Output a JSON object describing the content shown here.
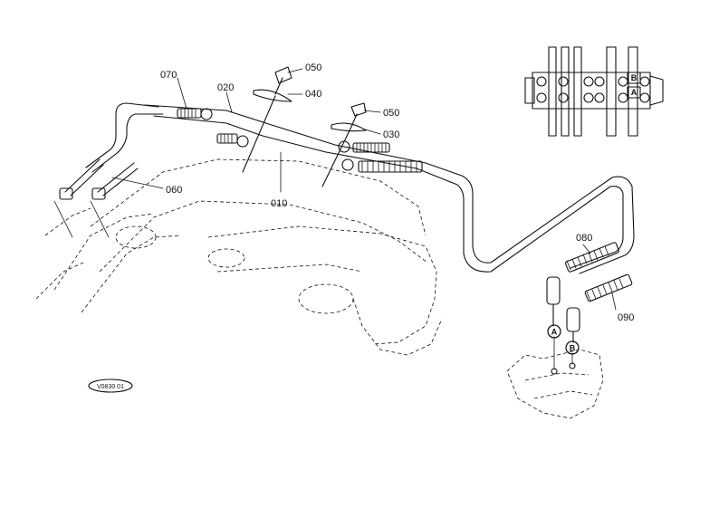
{
  "diagram": {
    "part_numbers": {
      "p010": "010",
      "p020": "020",
      "p030": "030",
      "p040": "040",
      "p050a": "050",
      "p050b": "050",
      "p060": "060",
      "p070": "070",
      "p080": "080",
      "p090": "090"
    },
    "port_markers": {
      "a_lower": "A",
      "b_lower": "B",
      "a_valve": "A",
      "b_valve": "B"
    },
    "figure_code": "V0830 01"
  }
}
